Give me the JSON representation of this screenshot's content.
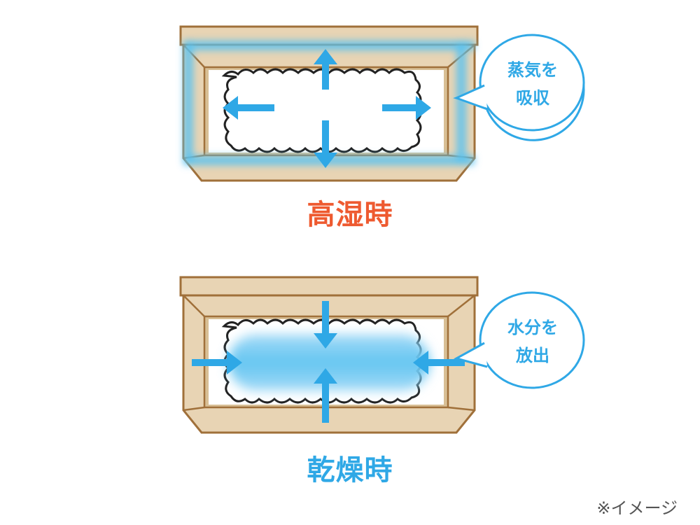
{
  "panels": {
    "humid": {
      "caption": "高湿時",
      "bubble_line1": "蒸気を",
      "bubble_line2": "吸収"
    },
    "dry": {
      "caption": "乾燥時",
      "bubble_line1": "水分を",
      "bubble_line2": "放出"
    }
  },
  "note": "※イメージ",
  "colors": {
    "box_fill": "#E8D4B4",
    "box_outline": "#A0703A",
    "box_inner": "#D8BF95",
    "arrow_blue": "#2FA8E6",
    "glow_blue": "#5BC2F0",
    "humid_caption": "#EE5A30",
    "dry_caption": "#2FA8E6",
    "bubble_border": "#2FA8E6",
    "bubble_text": "#2FA8E6"
  }
}
